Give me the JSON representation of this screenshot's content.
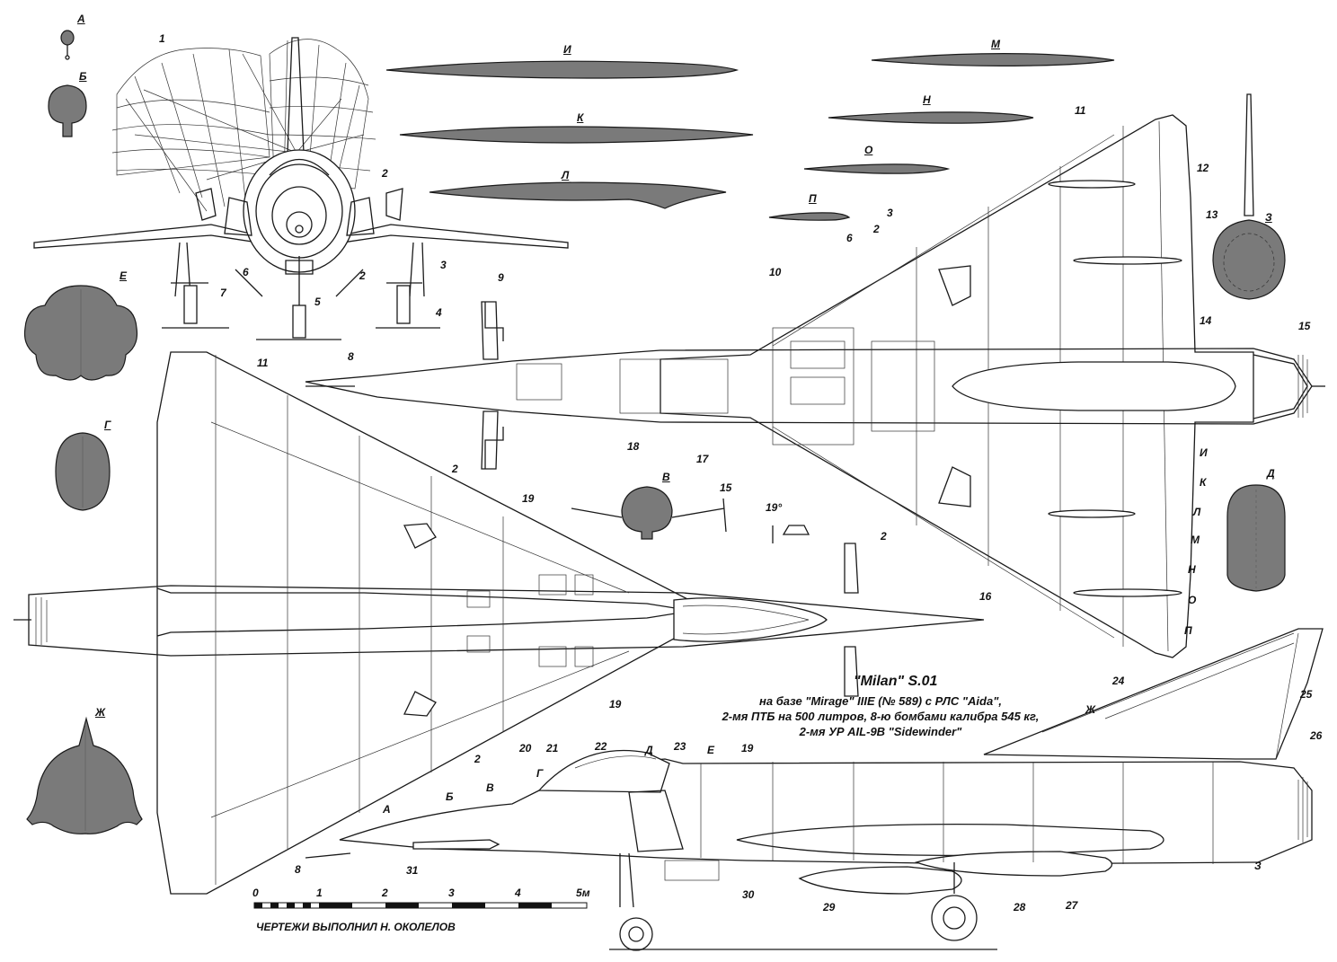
{
  "title": {
    "name": "\"Milan\"  S.01",
    "lines": [
      "на базе \"Mirage\" IIIE (№ 589) с РЛС \"Aida\",",
      "2-мя ПТБ на 500 литров, 8-ю бомбами калибра 545 кг,",
      "2-мя УР AIL-9B \"Sidewinder\""
    ]
  },
  "credit": "ЧЕРТЕЖИ  ВЫПОЛНИЛ  Н. ОКОЛЕЛОВ",
  "scale": {
    "ticks": [
      "0",
      "1",
      "2",
      "3",
      "4",
      "5"
    ],
    "unit": "м"
  },
  "angle_label": "19°",
  "section_letters": [
    "А",
    "Б",
    "В",
    "Г",
    "Д",
    "Е",
    "Ж",
    "З",
    "И",
    "К",
    "Л",
    "М",
    "Н",
    "О",
    "П"
  ],
  "callouts": [
    "1",
    "2",
    "3",
    "4",
    "5",
    "6",
    "7",
    "8",
    "9",
    "10",
    "11",
    "12",
    "13",
    "14",
    "15",
    "16",
    "17",
    "18",
    "19",
    "20",
    "21",
    "22",
    "23",
    "24",
    "25",
    "26",
    "27",
    "28",
    "29",
    "30",
    "31"
  ]
}
